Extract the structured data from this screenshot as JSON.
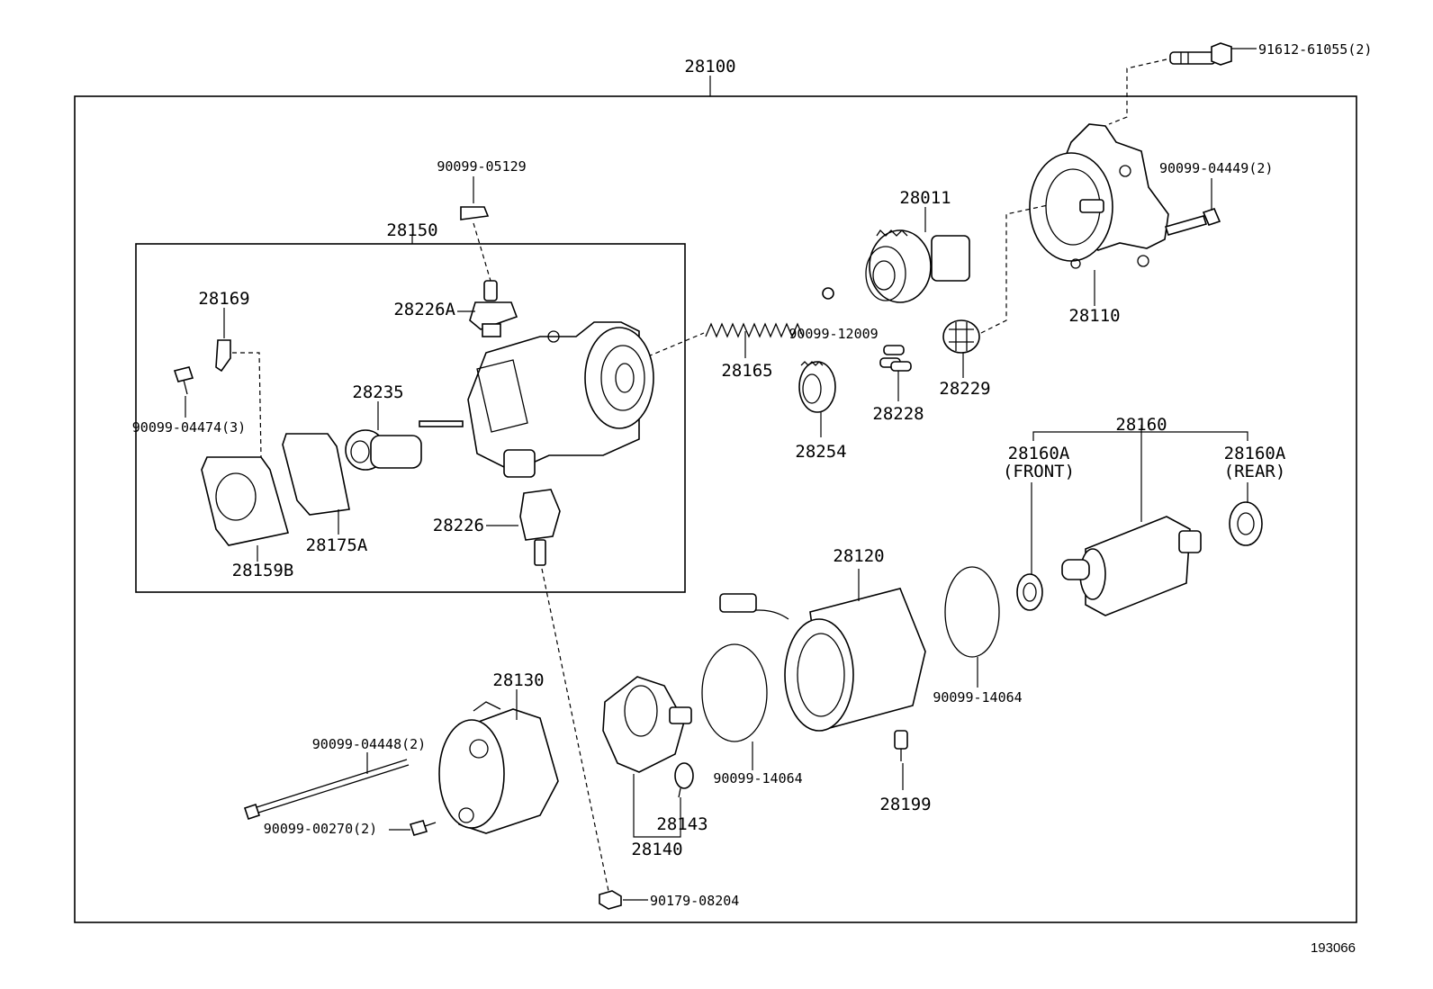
{
  "labels": {
    "assembly": "28100",
    "bolt_top": "91612-61055(2)",
    "bolt_right": "90099-04449(2)",
    "housing": "28110",
    "drive": "28011",
    "clutch_ball": "90099-12009",
    "spring": "28165",
    "gear": "28254",
    "rollers": "28228",
    "retainer": "28229",
    "cap_top": "90099-05129",
    "switch_assy": "28150",
    "contact_bolt_a": "28226A",
    "bracket": "28169",
    "screw_3": "90099-04474(3)",
    "plunger": "28235",
    "cover": "28159B",
    "gasket": "28175A",
    "contact_bolt": "28226",
    "armature": "28160",
    "bearing_front": "28160A",
    "bearing_front_note": "(FRONT)",
    "bearing_rear": "28160A",
    "bearing_rear_note": "(REAR)",
    "yoke": "28120",
    "oring_right": "90099-14064",
    "oring_left": "90099-14064",
    "rear_cover": "28130",
    "through_bolt": "90099-04448(2)",
    "screw_2": "90099-00270(2)",
    "brush_holder": "28140",
    "brush_spring": "28143",
    "plug": "28199",
    "nut": "90179-08204"
  },
  "footer": {
    "figure_number": "193066"
  }
}
